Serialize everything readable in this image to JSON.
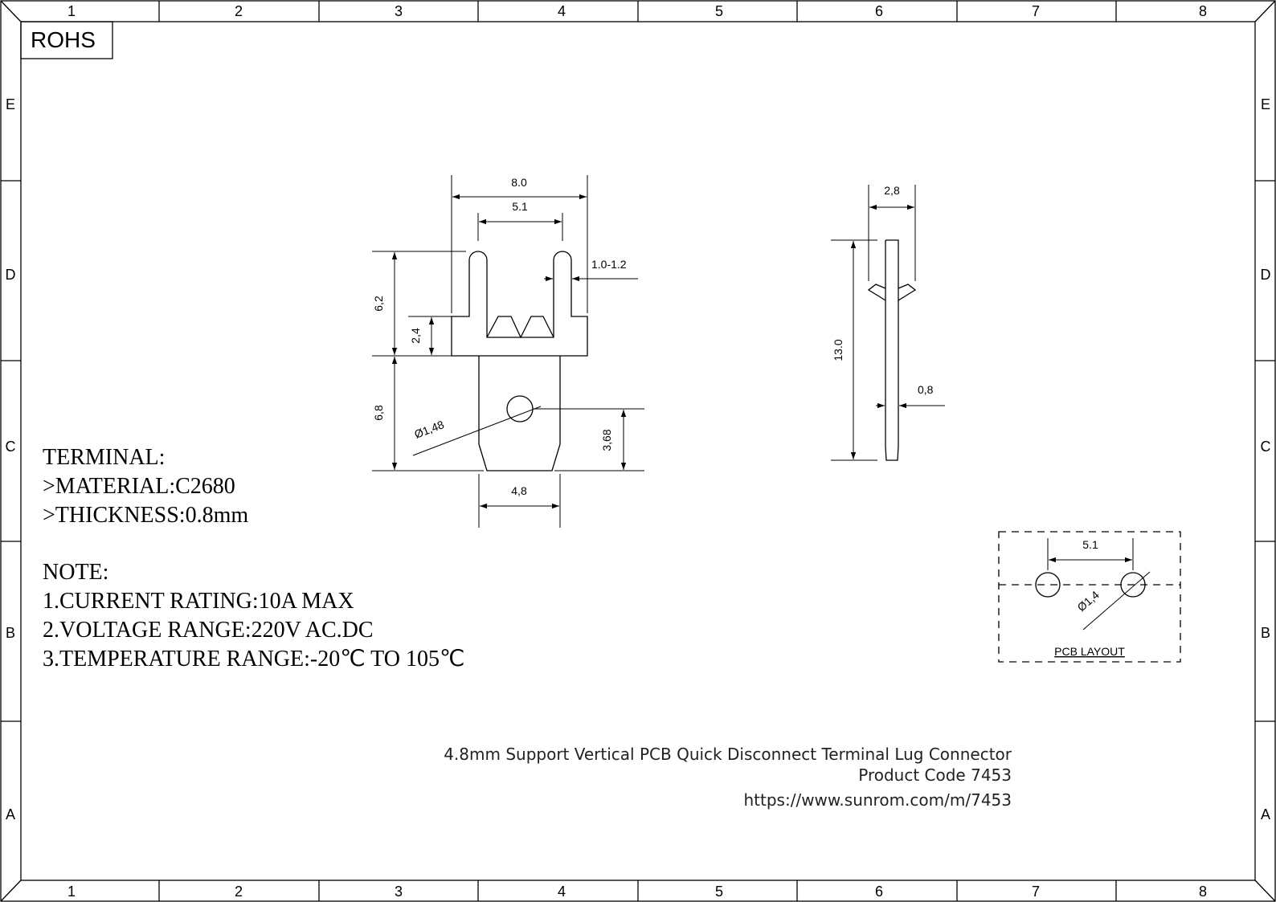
{
  "border": {
    "columns": [
      "1",
      "2",
      "3",
      "4",
      "5",
      "6",
      "7",
      "8"
    ],
    "rows": [
      "E",
      "D",
      "C",
      "B",
      "A"
    ]
  },
  "rohs_label": "ROHS",
  "front_view": {
    "dim_width_total": "8.0",
    "dim_pin_spacing": "5.1",
    "dim_pin_width": "1.0-1.2",
    "dim_pin_height": "6,2",
    "dim_body_height": "2,4",
    "dim_tab_length": "6,8",
    "dim_hole_diameter": "Ø1,48",
    "dim_hole_offset": "3,68",
    "dim_tab_width": "4,8"
  },
  "side_view": {
    "dim_thickness_top": "2,8",
    "dim_length": "13.0",
    "dim_thickness": "0,8"
  },
  "pcb_layout": {
    "label": "PCB  LAYOUT",
    "dim_spacing": "5.1",
    "dim_hole": "Ø1,4"
  },
  "terminal_spec": {
    "heading": "TERMINAL:",
    "material": ">MATERIAL:C2680",
    "thickness": ">THICKNESS:0.8mm"
  },
  "notes": {
    "heading": "NOTE:",
    "items": [
      "1.CURRENT RATING:10A MAX",
      "2.VOLTAGE RANGE:220V AC.DC",
      "3.TEMPERATURE RANGE:-20℃ TO 105℃"
    ]
  },
  "title_block": {
    "title": "4.8mm Support Vertical PCB Quick Disconnect Terminal Lug Connector",
    "product_code": "Product Code 7453",
    "url": "https://www.sunrom.com/m/7453"
  }
}
